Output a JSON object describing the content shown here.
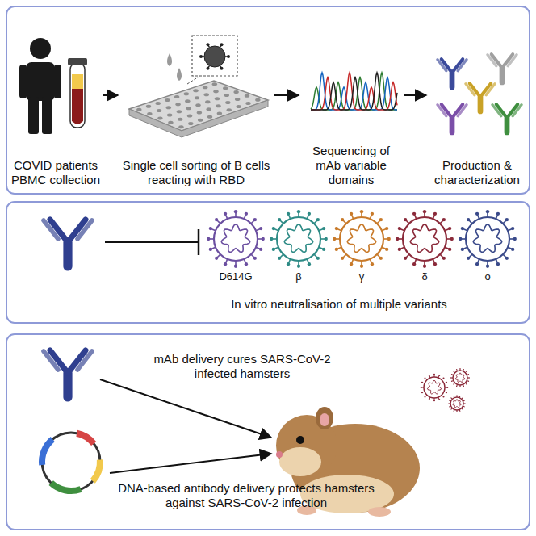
{
  "diagram": {
    "nodes": [
      {
        "text": [
          "COVID patients PBMC collection"
        ]
      },
      {
        "text": [
          "Single cell sorting of B cells reacting with RBD"
        ]
      },
      {
        "text": [
          "Sequencing of mAb variable domains"
        ]
      },
      {
        "text": [
          "Production & characterization"
        ]
      }
    ],
    "edges": [
      {
        "from": 0,
        "to": 1,
        "arrow": "to"
      },
      {
        "from": 1,
        "to": 2,
        "arrow": "to"
      },
      {
        "from": 2,
        "to": 3,
        "arrow": "to"
      }
    ],
    "labels": [
      "D614G",
      "β",
      "γ",
      "δ",
      "o",
      "In vitro neutralisation of multiple variants",
      "mAb delivery cures SARS-CoV-2 infected hamsters",
      "DNA-based antibody delivery protects hamsters against SARS-CoV-2 infection"
    ]
  }
}
